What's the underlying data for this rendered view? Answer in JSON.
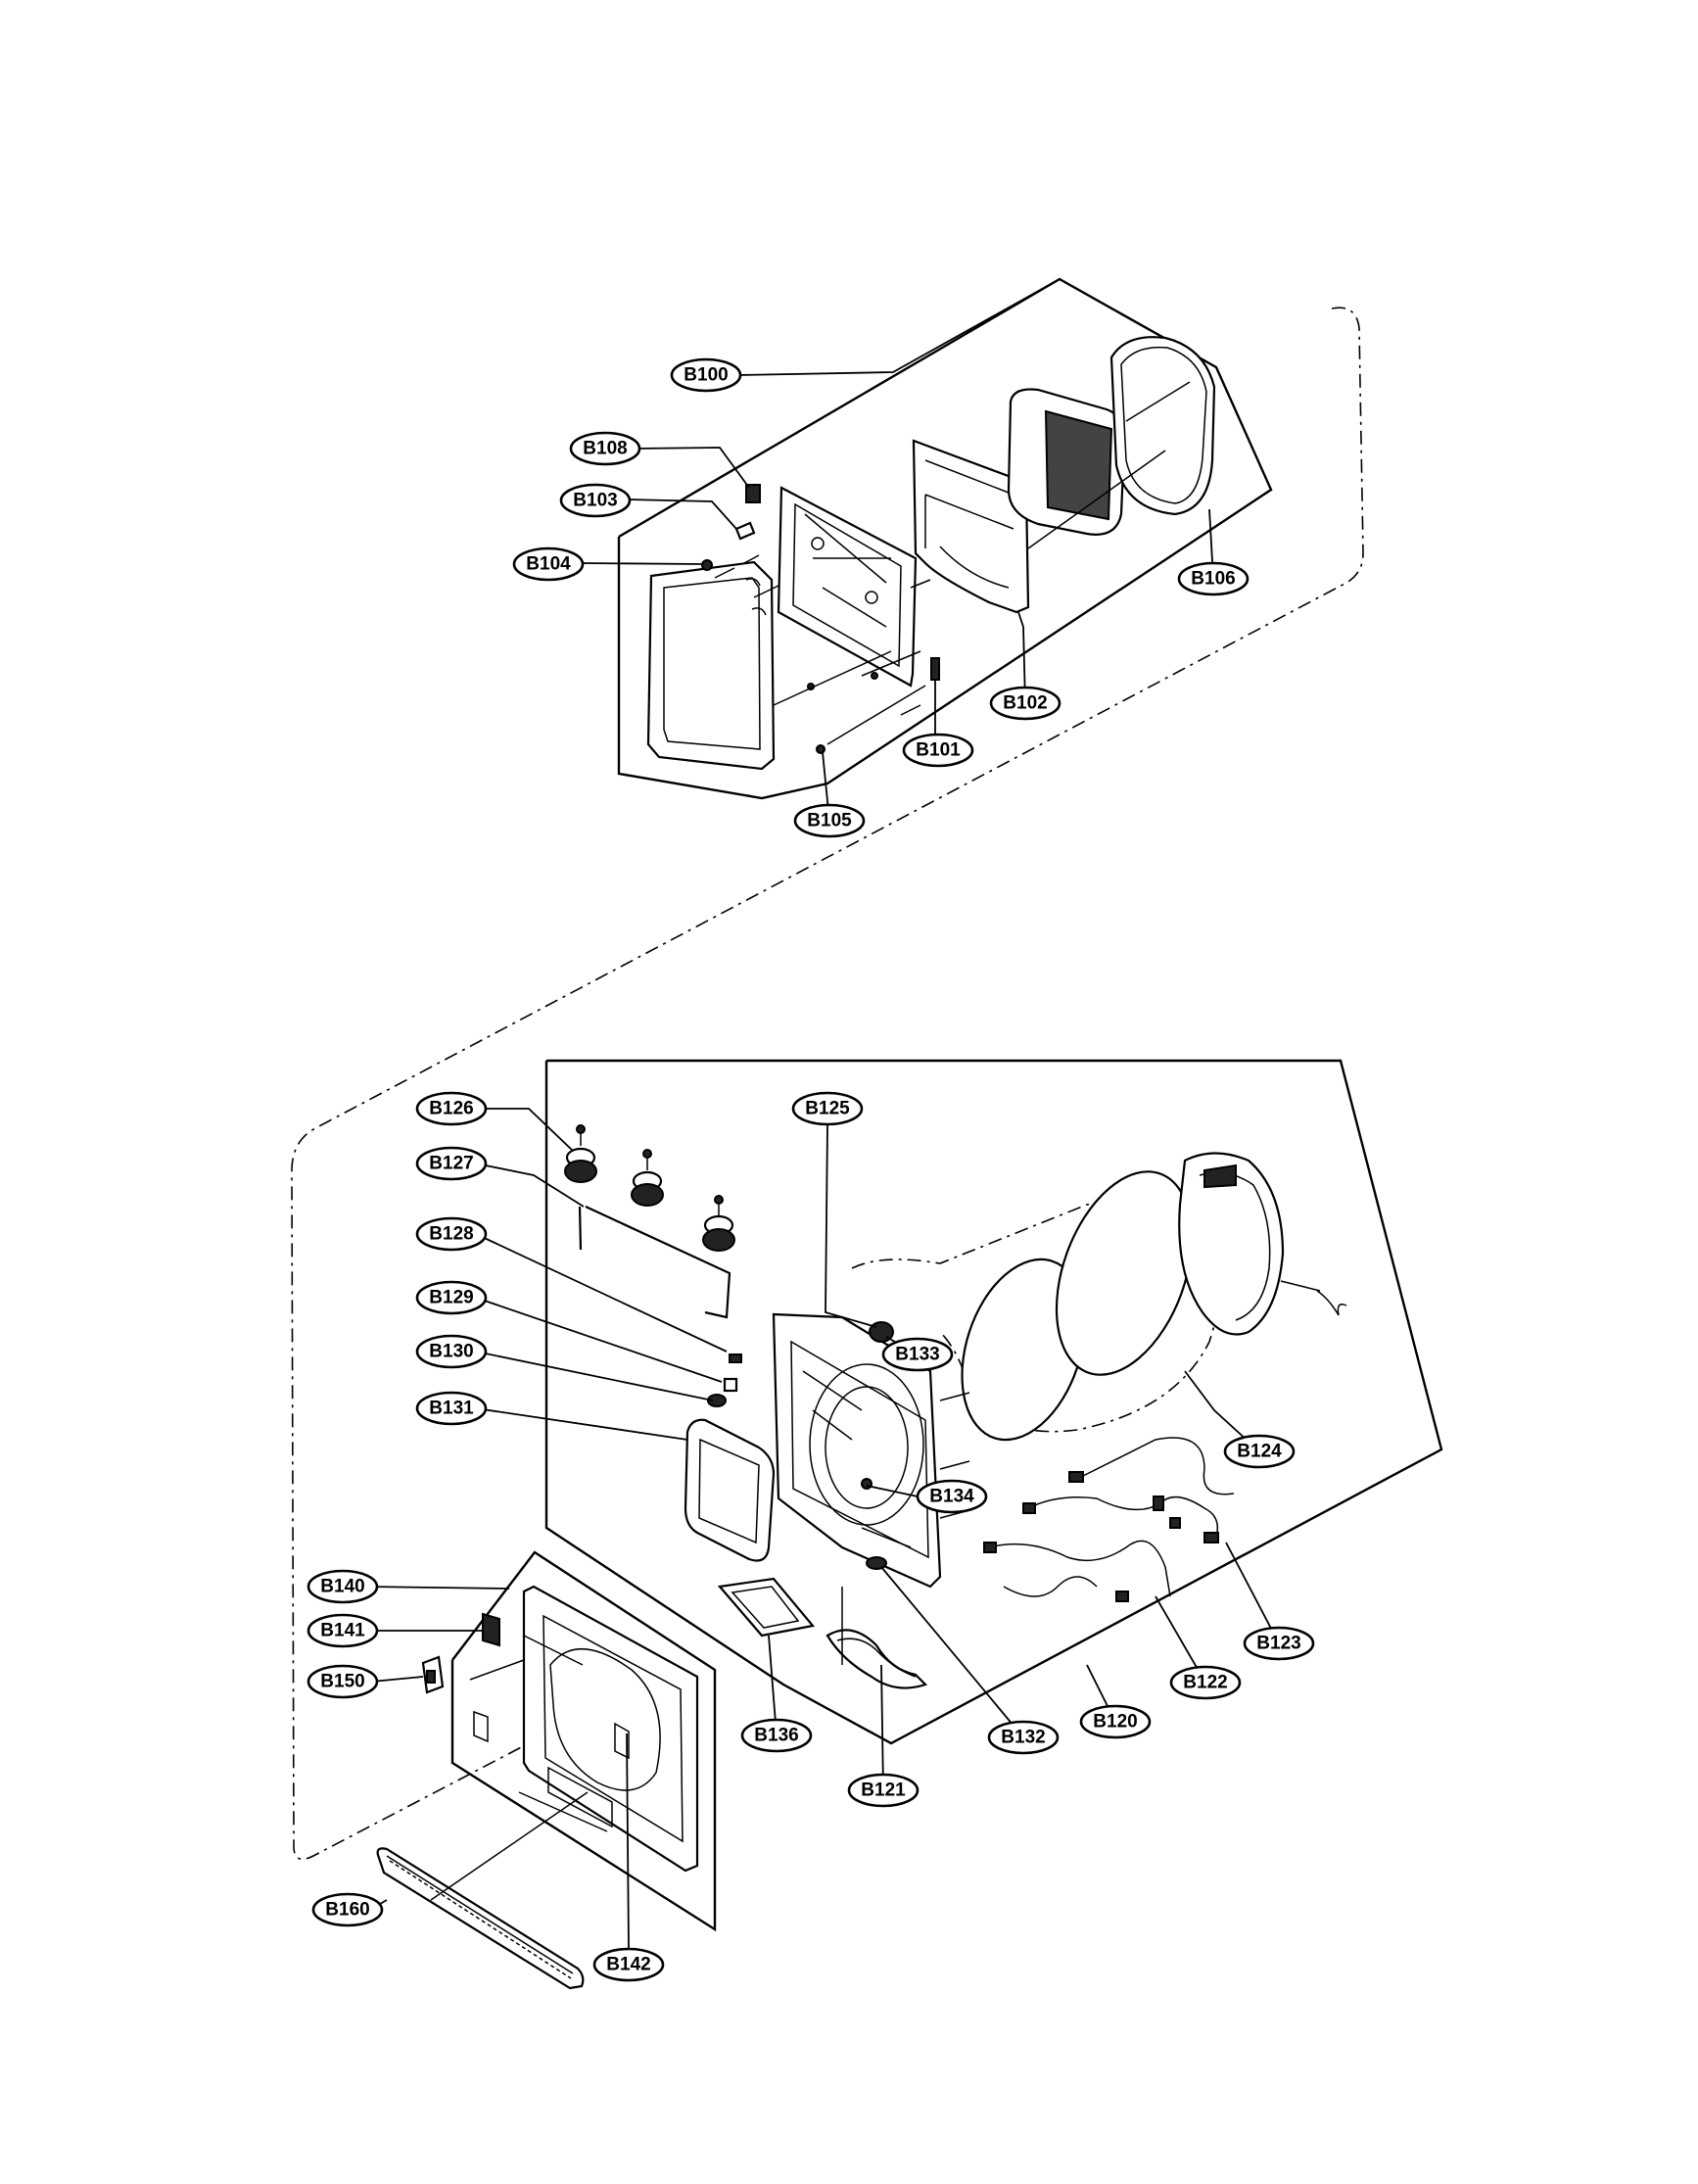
{
  "callouts": {
    "B100": "B100",
    "B108": "B108",
    "B103": "B103",
    "B104": "B104",
    "B106": "B106",
    "B102": "B102",
    "B101": "B101",
    "B105": "B105",
    "B126": "B126",
    "B127": "B127",
    "B128": "B128",
    "B129": "B129",
    "B130": "B130",
    "B131": "B131",
    "B125": "B125",
    "B133": "B133",
    "B134": "B134",
    "B124": "B124",
    "B123": "B123",
    "B122": "B122",
    "B120": "B120",
    "B132": "B132",
    "B121": "B121",
    "B136": "B136",
    "B140": "B140",
    "B141": "B141",
    "B150": "B150",
    "B160": "B160",
    "B142": "B142"
  }
}
